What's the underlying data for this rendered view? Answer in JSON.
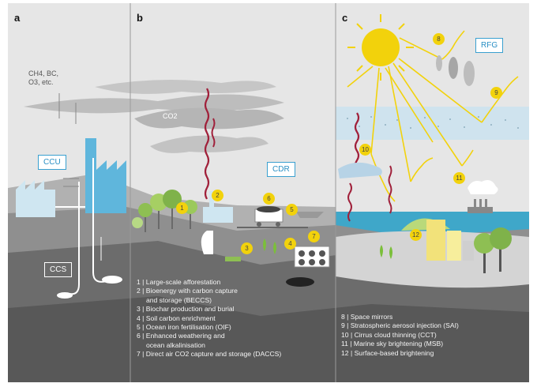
{
  "panels": {
    "a": {
      "letter": "a",
      "labels": {
        "ccu": "CCU",
        "ccs": "CCS"
      },
      "gases": [
        "CH4, BC,",
        "O3, etc."
      ]
    },
    "b": {
      "letter": "b",
      "labels": {
        "co2": "CO2",
        "cdr": "CDR"
      }
    },
    "c": {
      "letter": "c",
      "labels": {
        "rfg": "RFG"
      }
    }
  },
  "markers": [
    "1",
    "2",
    "3",
    "4",
    "5",
    "6",
    "7",
    "8",
    "9",
    "10",
    "11",
    "12"
  ],
  "cdr_methods": [
    "1 | Large-scale afforestation",
    "2 | Bioenergy with carbon capture\n     and storage (BECCS)",
    "3 | Biochar production and burial",
    "4 | Soil carbon enrichment",
    "5 | Ocean iron fertilisation (OIF)",
    "6 | Enhanced weathering and\n     ocean alkalinisation",
    "7 | Direct air CO2 capture and storage (DACCS)"
  ],
  "rfg_methods": [
    "8 | Space mirrors",
    "9 | Stratospheric aerosol injection (SAI)",
    "10 | Cirrus cloud thinning (CCT)",
    "11 | Marine sky brightening (MSB)",
    "12 | Surface-based brightening"
  ],
  "colors": {
    "sky": "#e6e6e6",
    "ground_light": "#9b9b9b",
    "ground_dark": "#555555",
    "accent_blue": "#3aa0d0",
    "sea": "#3fa7c9",
    "sun": "#f2d20c",
    "wave": "#a0203a"
  }
}
